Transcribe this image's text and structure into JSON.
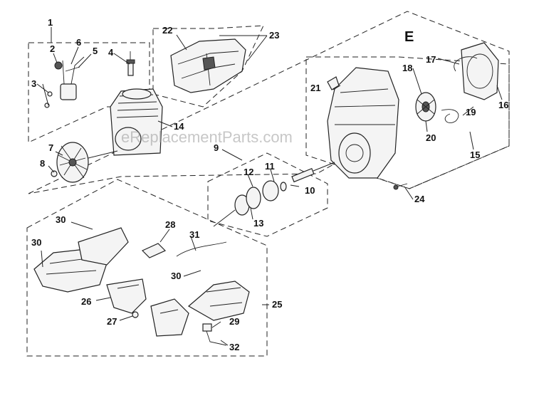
{
  "section_letter": "E",
  "watermark": "eReplacementParts.com",
  "callouts": [
    "1",
    "2",
    "3",
    "4",
    "5",
    "6",
    "7",
    "8",
    "9",
    "10",
    "11",
    "12",
    "13",
    "14",
    "15",
    "16",
    "17",
    "18",
    "19",
    "20",
    "21",
    "22",
    "23",
    "24",
    "25",
    "26",
    "27",
    "28",
    "29",
    "30",
    "30",
    "30",
    "31",
    "32"
  ]
}
